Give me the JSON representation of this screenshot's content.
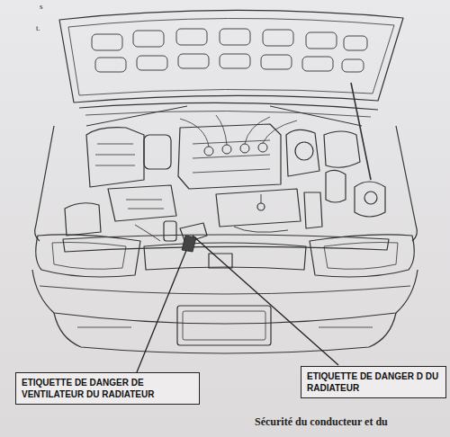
{
  "diagram": {
    "nodes": [
      {
        "text": [
          "ETIQUETTE DE DANGER DE VENTILATEUR DU RADIATEUR"
        ]
      },
      {
        "text": [
          "ETIQUETTE DE DANGER D DU RADIATEUR"
        ]
      }
    ],
    "labels": [
      "s",
      "t.",
      "Sécurité du conducteur et du"
    ]
  }
}
